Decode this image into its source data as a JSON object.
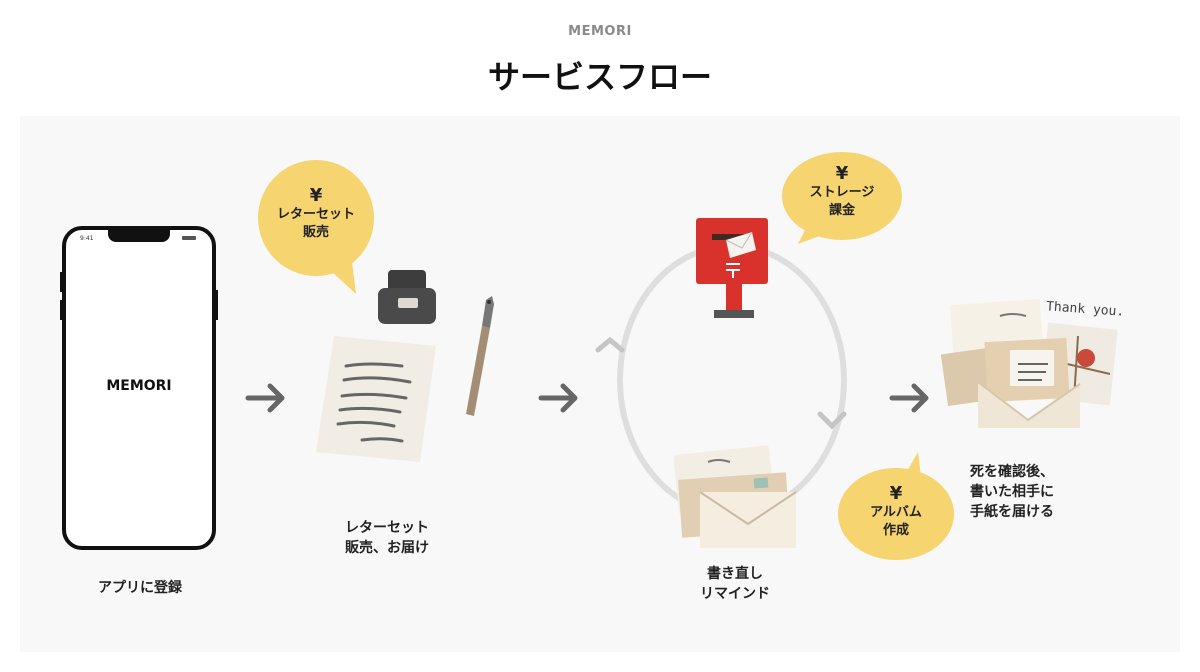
{
  "header": {
    "brand": "MEMORI",
    "title": "サービスフロー"
  },
  "phone": {
    "screen_text": "MEMORI",
    "status_time": "9:41"
  },
  "steps": [
    {
      "lines": [
        "アプリに登録"
      ]
    },
    {
      "lines": [
        "レターセット",
        "販売、お届け"
      ]
    },
    {
      "lines": [
        "書き直し",
        "リマインド"
      ]
    },
    {
      "lines": [
        "死を確認後、",
        "書いた相手に",
        "手紙を届ける"
      ]
    }
  ],
  "bubbles": [
    {
      "symbol": "¥",
      "lines": [
        "レターセット",
        "販売"
      ]
    },
    {
      "symbol": "¥",
      "lines": [
        "ストレージ",
        "課金"
      ]
    },
    {
      "symbol": "¥",
      "lines": [
        "アルバム",
        "作成"
      ]
    }
  ],
  "handwriting": "Thank you.",
  "colors": {
    "bubble": "#f6d46f",
    "panel": "#f8f8f8",
    "postbox": "#d9312b",
    "arrow": "#666666"
  }
}
